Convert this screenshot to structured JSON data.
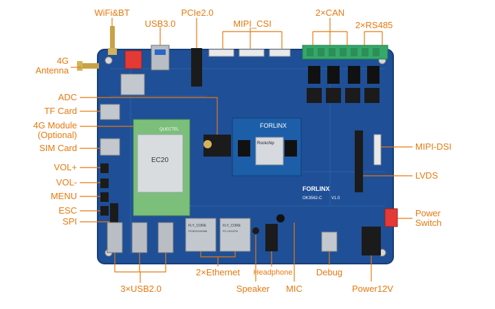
{
  "colors": {
    "label": "#e8780d",
    "leader": "#e8780d",
    "board": "#1f4f96",
    "board_edge": "#163d78",
    "trace": "#2f66b3",
    "som": "#1d5ea8",
    "module_green": "#7cbf7a",
    "terminal_green": "#35a86a",
    "connector_white": "#e9e9e9",
    "metal": "#b9bec4",
    "chip": "#1b1b1b"
  },
  "labels": {
    "wifi_bt": "WiFi&BT",
    "usb30": "USB3.0",
    "pcie20": "PCIe2.0",
    "mipi_csi": "MIPI_CSI",
    "can": "2×CAN",
    "rs485": "2×RS485",
    "antenna_4g": "4G\nAntenna",
    "adc": "ADC",
    "tf_card": "TF Card",
    "module_4g": "4G Module\n(Optional)",
    "sim_card": "SIM Card",
    "vol_plus": "VOL+",
    "vol_minus": "VOL-",
    "menu": "MENU",
    "esc": "ESC",
    "spi": "SPI",
    "mipi_dsi": "MIPI-DSI",
    "lvds": "LVDS",
    "power_switch": "Power\nSwitch",
    "usb20": "3×USB2.0",
    "ethernet": "2×Ethernet",
    "speaker": "Speaker",
    "headphone": "Headphone",
    "mic": "MIC",
    "debug": "Debug",
    "power12v": "Power12V"
  },
  "board_marks": {
    "forlinx_som": "FORLINX",
    "rockchip": "Rockchip",
    "quectel": "QUECTEL",
    "module_model": "EC20",
    "forlinx_board": "FORLINX",
    "board_model": "OK3562-C",
    "board_version": "V1.0",
    "eth_left_1": "FLY_CORE",
    "eth_left_2": "PCIE20/1000M",
    "eth_right_1": "FLY_CORE",
    "eth_right_2": "PC-H131FN"
  }
}
